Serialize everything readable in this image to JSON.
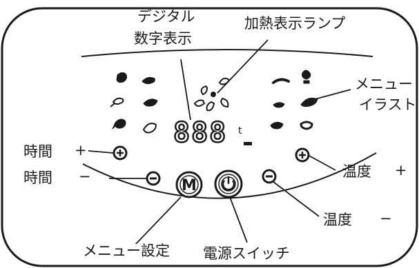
{
  "labels": {
    "digital_display": "デジタル",
    "digital_display_line2": "数字表示",
    "heat_lamp": "加熱表示ランプ",
    "menu_illust": "メニュー",
    "menu_illust_line2": "イラスト",
    "time_plus": "時間",
    "time_plus_sign": "+",
    "time_minus": "時間",
    "time_minus_sign": "−",
    "temp_plus": "温度",
    "temp_plus_sign": "+",
    "temp_minus": "温度",
    "temp_minus_sign": "−",
    "menu_set": "メニュー設定",
    "power_switch": "電源スイッチ"
  },
  "display": {
    "digits": "888"
  },
  "buttons": {
    "menu_letter": "M"
  },
  "icons": {
    "menu_left": [
      "meat-icon",
      "steak-icon",
      "drumstick-icon",
      "shrimp-icon",
      "chicken-icon",
      "fish-icon"
    ],
    "menu_right": [
      "sausage-icon",
      "cake-icon",
      "fries-icon",
      "bread-icon",
      "pizza-icon",
      "vegetable-icon"
    ]
  },
  "colors": {
    "line": "#1a1a1a",
    "background": "#ffffff"
  }
}
